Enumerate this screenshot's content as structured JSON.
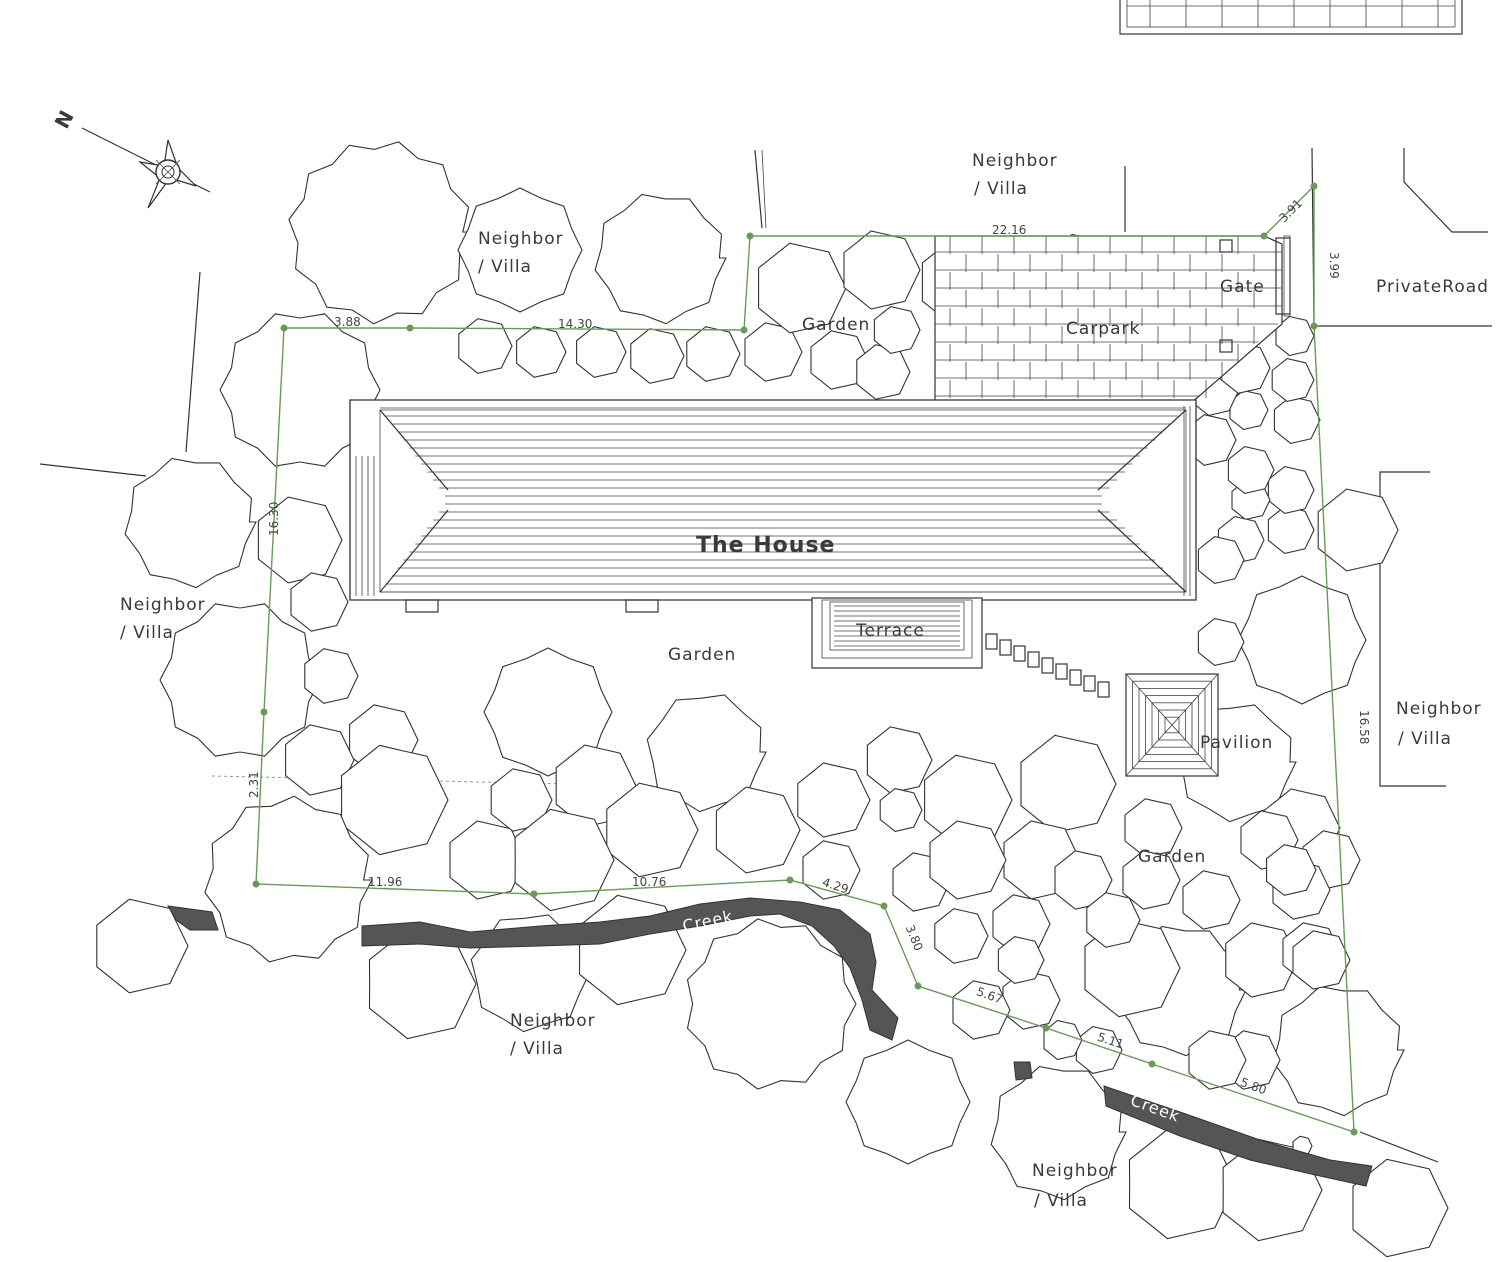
{
  "labels": {
    "house": "The House",
    "terrace": "Terrace",
    "carpark": "Carpark",
    "gate": "Gate",
    "pavilion": "Pavilion",
    "private_road": "PrivateRoad",
    "garden_top": "Garden",
    "garden_mid": "Garden",
    "garden_right": "Garden",
    "neighbor_line1": "Neighbor",
    "neighbor_line2": "/ Villa",
    "creek": "Creek",
    "north": "N"
  },
  "dimensions": {
    "top_right_a": "22.16",
    "corner": "3.91",
    "right_upper": "3.99",
    "top_left": "3.88",
    "top_mid": "14.30",
    "left": "16.30",
    "left_lower": "2.31",
    "bottom_left": "11.96",
    "bottom_mid": "10.76",
    "bottom_c": "4.29",
    "bottom_d": "3.80",
    "bottom_e": "5.67",
    "bottom_f": "5.11",
    "bottom_g": "5.80",
    "right_lower": "16.58"
  },
  "colors": {
    "ink": "#333333",
    "boundary": "#6a9a58",
    "creek": "#555555"
  }
}
